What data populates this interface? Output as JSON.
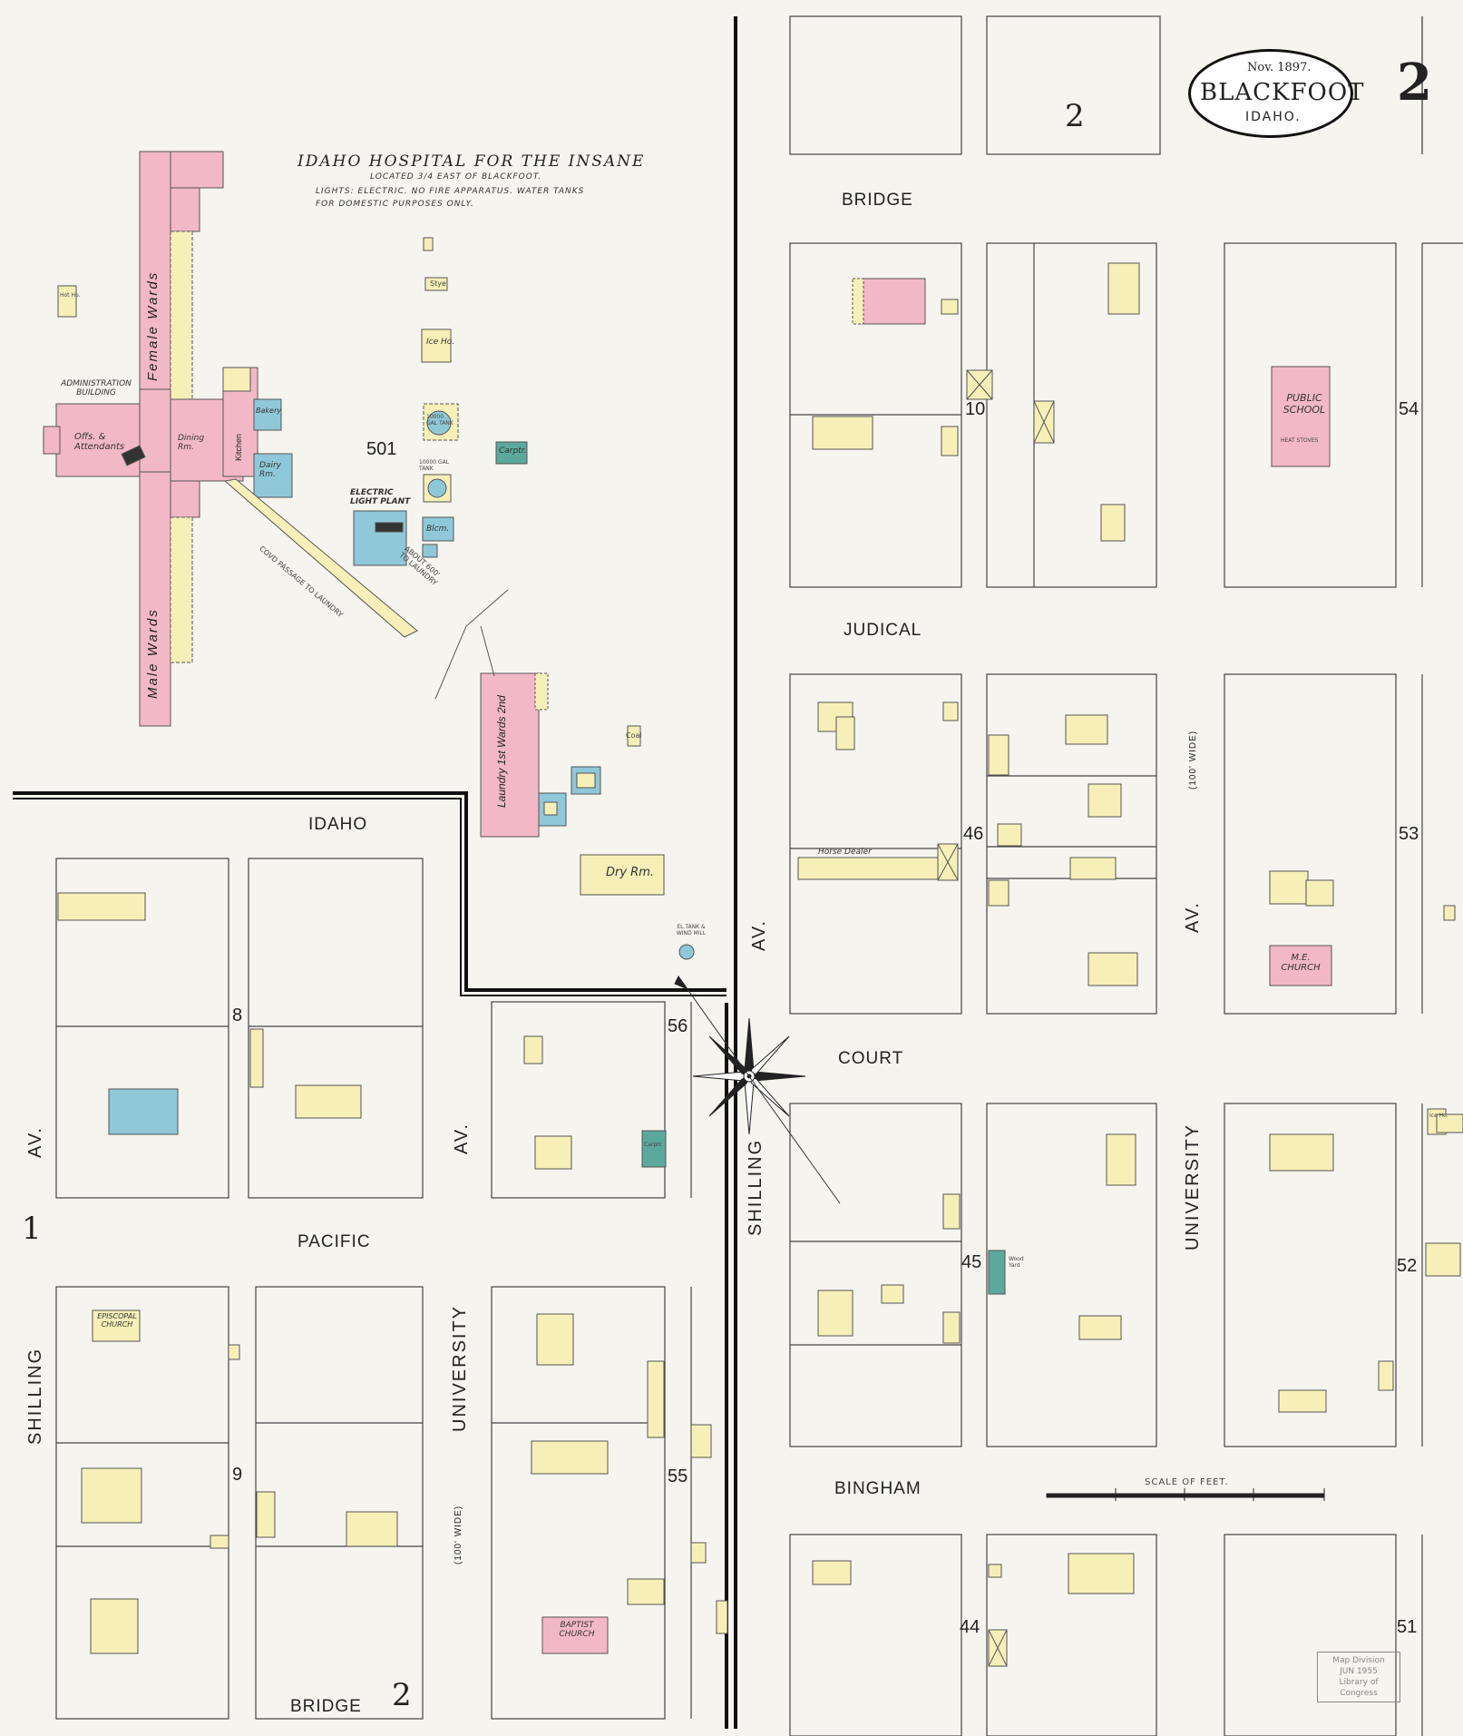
{
  "cartouche": {
    "date": "Nov. 1897.",
    "town": "BLACKFOOT",
    "state": "IDAHO."
  },
  "sheet_number": "2",
  "hospital": {
    "title": "IDAHO HOSPITAL FOR THE INSANE",
    "location": "LOCATED 3/4 EAST OF BLACKFOOT.",
    "notes_line1": "LIGHTS: ELECTRIC.   NO FIRE APPARATUS.  WATER TANKS",
    "notes_line2": "FOR DOMESTIC PURPOSES ONLY.",
    "block_number": "501",
    "labels": {
      "admin": "ADMINISTRATION BUILDING",
      "offices": "Offs. & Attendants",
      "female_wards": "Female Wards",
      "male_wards": "Male Wards",
      "dining": "Dining Rm.",
      "kitchen": "Kitchen",
      "bakery": "Bakery",
      "dairy": "Dairy Rm.",
      "ice_house": "Ice Ho.",
      "stye": "Stye",
      "tank_big": "10000 GAL TANK",
      "tank_small": "10000 GAL TANK",
      "carpenter": "Carptr.",
      "electric": "ELECTRIC LIGHT PLANT",
      "blcm": "Blcm.",
      "laundry": "Laundry 1st Wards 2nd",
      "passage": "COVD PASSAGE TO LAUNDRY",
      "about": "ABOUT 600' TO LAUNDRY",
      "dry_rm": "Dry Rm.",
      "coal": "Coal",
      "windmill": "EL.TANK & WIND MILL",
      "hot_ho": "Hot Ho."
    }
  },
  "streets": {
    "bridge": "BRIDGE",
    "judical": "JUDICAL",
    "court": "COURT",
    "bingham": "BINGHAM",
    "idaho": "IDAHO",
    "pacific": "PACIFIC",
    "shilling": "SHILLING",
    "university": "UNIVERSITY",
    "av": "AV.",
    "wide_note": "(100' WIDE)"
  },
  "block_numbers": {
    "b1": "1",
    "b2": "2",
    "b8": "8",
    "b9": "9",
    "b10": "10",
    "b44": "44",
    "b45": "45",
    "b46": "46",
    "b51": "51",
    "b52": "52",
    "b53": "53",
    "b54": "54",
    "b55": "55",
    "b56": "56"
  },
  "buildings": {
    "public_school": "PUBLIC SCHOOL",
    "heat_stoves": "HEAT STOVES",
    "me_church": "M.E. CHURCH",
    "episcopal": "EPISCOPAL CHURCH",
    "baptist": "BAPTIST CHURCH",
    "horse_dealer": "Horse Dealer",
    "ice_ho": "Ice Ho.",
    "carptr": "Carptr.",
    "wood_yard": "Wood Yard"
  },
  "scale": {
    "label": "SCALE OF FEET."
  },
  "stamp": {
    "line1": "Map Division",
    "line2": "JUN 1955",
    "line3": "Library of Congress"
  },
  "colors": {
    "brick": "#f2b8c6",
    "frame": "#f6f0b8",
    "stone": "#8fc8d8",
    "iron": "#5ba89c",
    "paper": "#f6f4ee"
  }
}
